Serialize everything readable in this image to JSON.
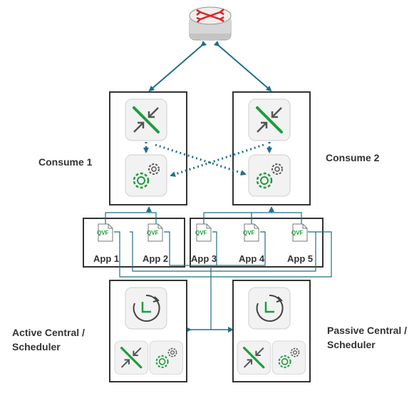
{
  "labels": {
    "consume_1": "Consume 1",
    "consume_2": "Consume 2",
    "active_central_line1": "Active Central /",
    "active_central_line2": "Scheduler",
    "passive_central_line1": "Passive Central /",
    "passive_central_line2": "Scheduler"
  },
  "apps": [
    {
      "name": "App 1",
      "file": "QVF"
    },
    {
      "name": "App 2",
      "file": "QVF"
    },
    {
      "name": "App 3",
      "file": "QVF"
    },
    {
      "name": "App 4",
      "file": "QVF"
    },
    {
      "name": "App 5",
      "file": "QVF"
    }
  ],
  "colors": {
    "link": "#1f6f8b",
    "green": "#1a9e3c",
    "box_border": "#333333",
    "icon_tile": "#f2f2f2",
    "router_red": "#e02020"
  },
  "icons": [
    "router-icon",
    "proxy-icon",
    "engine-gear-icon",
    "qvf-file-icon",
    "clock-icon"
  ]
}
